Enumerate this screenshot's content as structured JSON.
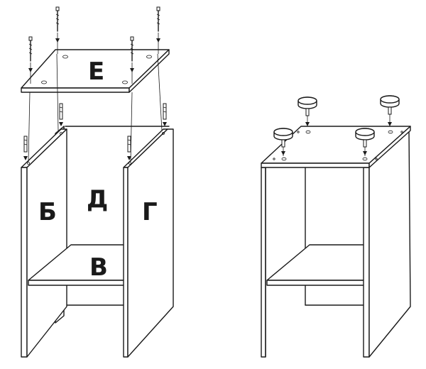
{
  "labels": {
    "top_panel": "Е",
    "back_panel": "Д",
    "left_side": "Б",
    "right_side": "Г",
    "shelf": "В"
  },
  "colors": {
    "line": "#1a1a1a",
    "background": "#ffffff"
  },
  "icons": [
    "screw-icon",
    "dowel-icon",
    "adjustable-foot-icon"
  ]
}
